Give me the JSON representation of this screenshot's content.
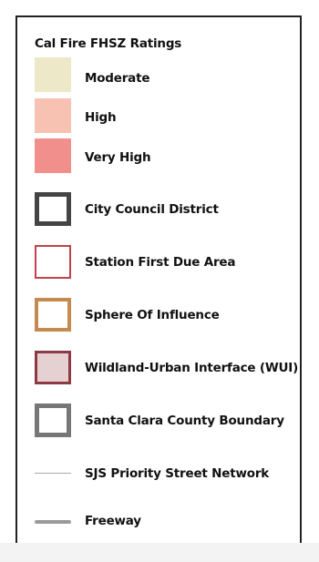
{
  "legend": {
    "title": "Cal Fire FHSZ Ratings",
    "items": [
      {
        "label": "Moderate",
        "symbol": "fill",
        "fill": "#ede8c8"
      },
      {
        "label": "High",
        "symbol": "fill",
        "fill": "#f8c2b2"
      },
      {
        "label": "Very High",
        "symbol": "fill",
        "fill": "#f08f8b"
      },
      {
        "label": "City Council District",
        "symbol": "outline",
        "stroke": "#444444"
      },
      {
        "label": "Station First Due Area",
        "symbol": "outline",
        "stroke": "#c0424a"
      },
      {
        "label": "Sphere Of Influence",
        "symbol": "outline",
        "stroke": "#c48a4f"
      },
      {
        "label": "Wildland-Urban Interface (WUI)",
        "symbol": "dotted-outline",
        "stroke": "#8c3a44"
      },
      {
        "label": "Santa Clara County Boundary",
        "symbol": "outline",
        "stroke": "#777777"
      },
      {
        "label": "SJS Priority Street Network",
        "symbol": "thin-line",
        "stroke": "#aaaaaa"
      },
      {
        "label": "Freeway",
        "symbol": "thick-line",
        "stroke": "#9a9a9a"
      }
    ]
  }
}
